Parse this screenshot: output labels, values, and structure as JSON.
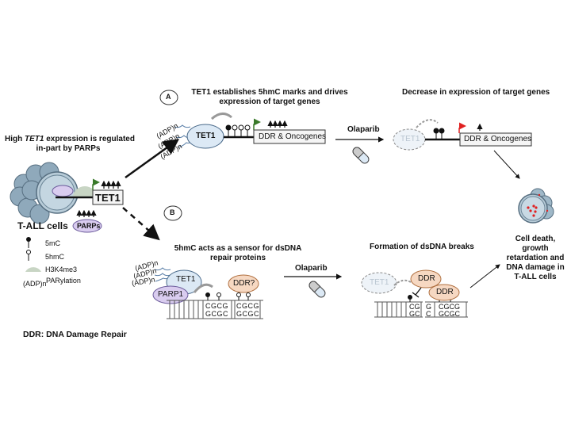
{
  "left": {
    "title_prefix": "High ",
    "title_gene": "TET1",
    "title_suffix": " expression is regulated",
    "title_line2": "in-part by PARPs",
    "cells_label": "T-ALL cells",
    "tet1_box": "TET1",
    "parps_label": "PARPs"
  },
  "legend": {
    "items": [
      {
        "icon": "filled-lollipop-icon",
        "label": "5mC"
      },
      {
        "icon": "open-lollipop-icon",
        "label": "5hmC"
      },
      {
        "icon": "half-disc-icon",
        "label": "H3K4me3"
      },
      {
        "icon": "adp-chain-icon",
        "prefix": "(ADP)n",
        "label": "PARylation"
      }
    ],
    "footnote": "DDR: DNA Damage Repair"
  },
  "panel_a": {
    "badge": "A",
    "title_line1": "TET1 establishes 5hmC marks and drives",
    "title_line2": "expression of target genes",
    "tet1": "TET1",
    "adp": [
      "(ADP)n",
      "(ADP)n",
      "(ADP)n"
    ],
    "gene_box": "DDR & Oncogenes",
    "drug": "Olaparib",
    "result_title": "Decrease in expression of target genes",
    "result_tet1": "TET1",
    "result_gene_box": "DDR & Oncogenes"
  },
  "panel_b": {
    "badge": "B",
    "title_line1": "5hmC acts as a sensor for dsDNA",
    "title_line2": "repair proteins",
    "tet1": "TET1",
    "parp1": "PARP1",
    "ddr_q": "DDR?",
    "adp": [
      "(ADP)n",
      "(ADP)n",
      "(ADP)n"
    ],
    "seq_top": [
      "CGCG",
      "CGCG"
    ],
    "seq_bottom": [
      "GCGC",
      "GCGC"
    ],
    "drug": "Olaparib",
    "result_title": "Formation of dsDNA breaks",
    "result_tet1": "TET1",
    "ddr1": "DDR",
    "ddr2": "DDR",
    "break_top": [
      "CG",
      "G",
      "CGCG"
    ],
    "break_bottom": [
      "GC",
      "C",
      "GCGC"
    ]
  },
  "outcome": {
    "lines": [
      "Cell death,",
      "growth",
      "retardation and",
      "DNA damage in",
      "T-ALL cells"
    ]
  },
  "colors": {
    "tet1_fill": "#dce9f5",
    "parp_fill": "#d9ccef",
    "ddr_fill": "#f6d8c2",
    "h3k4_fill": "#c8d5c4",
    "cell_fill": "#9fb8c8",
    "green_arrow": "#3a7a2a",
    "red_arrow": "#e02020"
  }
}
